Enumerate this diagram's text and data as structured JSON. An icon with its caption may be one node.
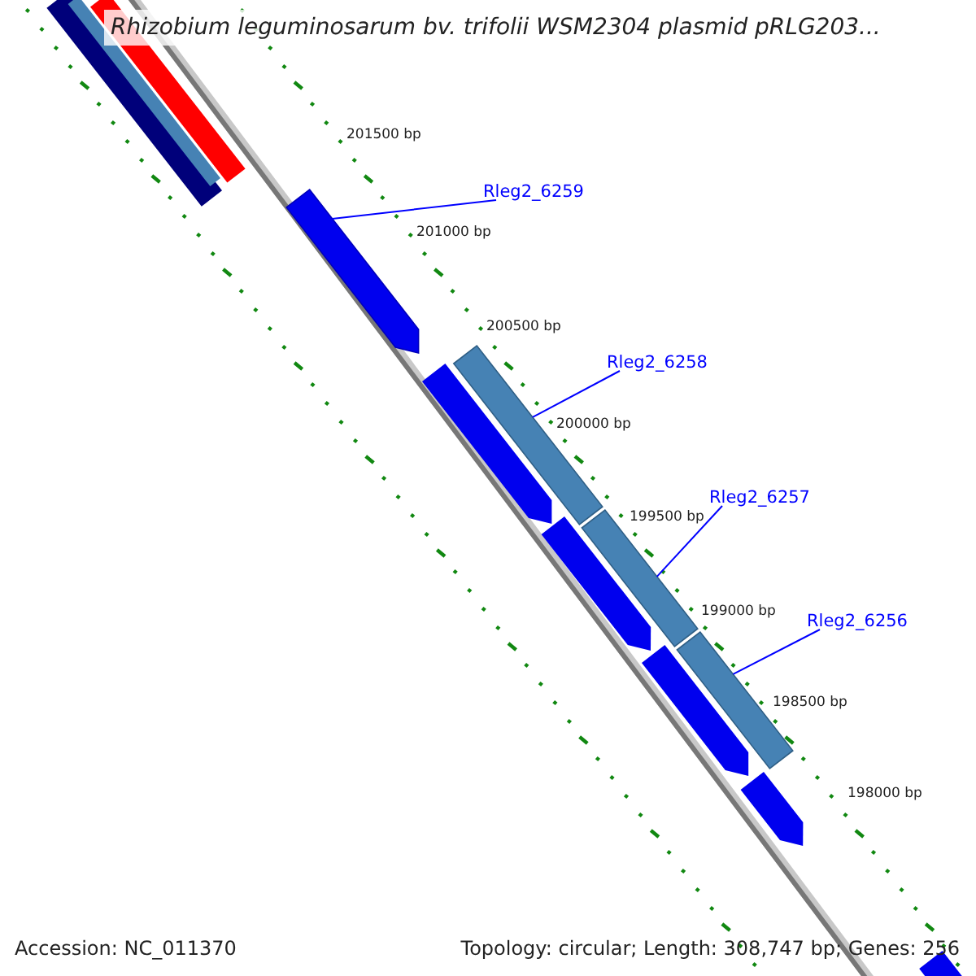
{
  "diagram": {
    "title": "Rhizobium leguminosarum bv. trifolii WSM2304 plasmid pRLG203...",
    "nodes": [
      {
        "text": [
          "Rleg2_6259"
        ]
      },
      {
        "text": [
          "Rleg2_6258"
        ]
      },
      {
        "text": [
          "Rleg2_6257"
        ]
      },
      {
        "text": [
          "Rleg2_6256"
        ]
      },
      {
        "text": [],
        "shape": "bar"
      },
      {
        "text": [],
        "shape": "bar"
      },
      {
        "text": [],
        "shape": "bar"
      },
      {
        "text": [],
        "shape": "bar"
      }
    ],
    "edges": [
      {
        "from": 0,
        "to": 4,
        "arrow": "none"
      },
      {
        "from": 1,
        "to": 5,
        "arrow": "none"
      },
      {
        "from": 2,
        "to": 6,
        "arrow": "none"
      },
      {
        "from": 3,
        "to": 7,
        "arrow": "none"
      }
    ],
    "labels": [
      "201500 bp",
      "201000 bp",
      "200500 bp",
      "200000 bp",
      "199500 bp",
      "199000 bp",
      "198500 bp",
      "198000 bp",
      "Accession: NC_011370",
      "Topology: circular; Length: 308,747 bp; Genes: 256"
    ]
  }
}
